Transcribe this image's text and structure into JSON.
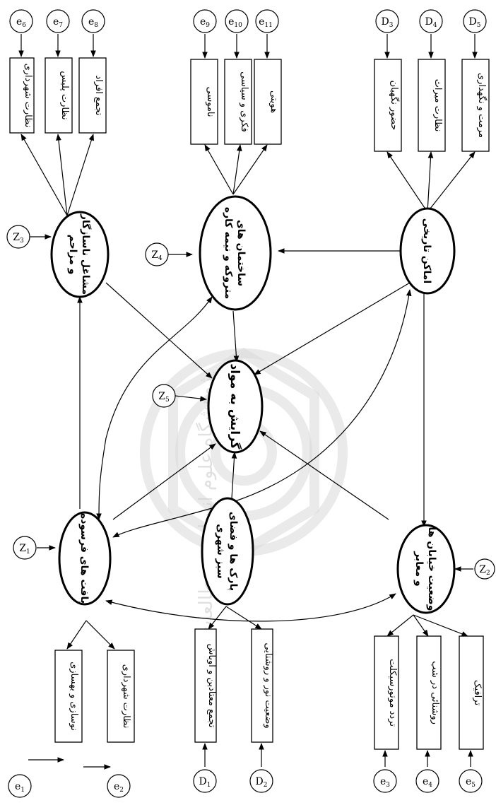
{
  "latent": {
    "center": "گرایش به مواد",
    "l1": [
      "بافت های فرسوده",
      ""
    ],
    "l2": [
      "پارک ها و فضای",
      "سبز شهری"
    ],
    "l3": [
      "وضعیت خیابان ها",
      "و معابر"
    ],
    "l4": [
      "مشاغل ناسازگار",
      "و مزاحم"
    ],
    "l5": [
      "ساختمان های",
      "متروکه و نیمه کاره"
    ],
    "l6": [
      "اماکن تاریخی",
      ""
    ]
  },
  "indicators": {
    "b1": "نوسازی و بهسازی",
    "b2": "نظارت شهرداری",
    "b3": "تجمع معتادین و اوباش",
    "b4": "وضعیت نور و روشنایی",
    "b5": "تردد موتورسیکلت",
    "b6": "روشنائی در شب",
    "b7": "ترافیک",
    "t1": "نظارت شهرداری",
    "t2": "نظارت پلیس",
    "t3": "تجمع افراد",
    "t4": "ناموسی",
    "t5": "فکری و سیاسی",
    "t6": "هویتی",
    "t7": "حضور نگهبان",
    "t8": "نظارت میراث",
    "t9": "مرمت و نگهداری"
  },
  "errors": {
    "e1": {
      "base": "e",
      "sub": "1"
    },
    "e2": {
      "base": "e",
      "sub": "2"
    },
    "d1": {
      "base": "D",
      "sub": "1"
    },
    "d2": {
      "base": "D",
      "sub": "2"
    },
    "e3": {
      "base": "e",
      "sub": "3"
    },
    "e4": {
      "base": "e",
      "sub": "4"
    },
    "e5": {
      "base": "e",
      "sub": "5"
    },
    "e6": {
      "base": "e",
      "sub": "6"
    },
    "e7": {
      "base": "e",
      "sub": "7"
    },
    "e8": {
      "base": "e",
      "sub": "8"
    },
    "e9": {
      "base": "e",
      "sub": "9"
    },
    "e10": {
      "base": "e",
      "sub": "10"
    },
    "e11": {
      "base": "e",
      "sub": "11"
    },
    "d3": {
      "base": "D",
      "sub": "3"
    },
    "d4": {
      "base": "D",
      "sub": "4"
    },
    "d5": {
      "base": "D",
      "sub": "5"
    },
    "z1": {
      "base": "Z",
      "sub": "1"
    },
    "z2": {
      "base": "Z",
      "sub": "2"
    },
    "z3": {
      "base": "Z",
      "sub": "3"
    },
    "z4": {
      "base": "Z",
      "sub": "4"
    },
    "z5": {
      "base": "Z",
      "sub": "5"
    }
  },
  "watermark": {
    "text": "پرتال جامع علوم انسانی",
    "subtext": "پژوهشگاه علوم انسانی و مطالعات فرهنگی"
  }
}
